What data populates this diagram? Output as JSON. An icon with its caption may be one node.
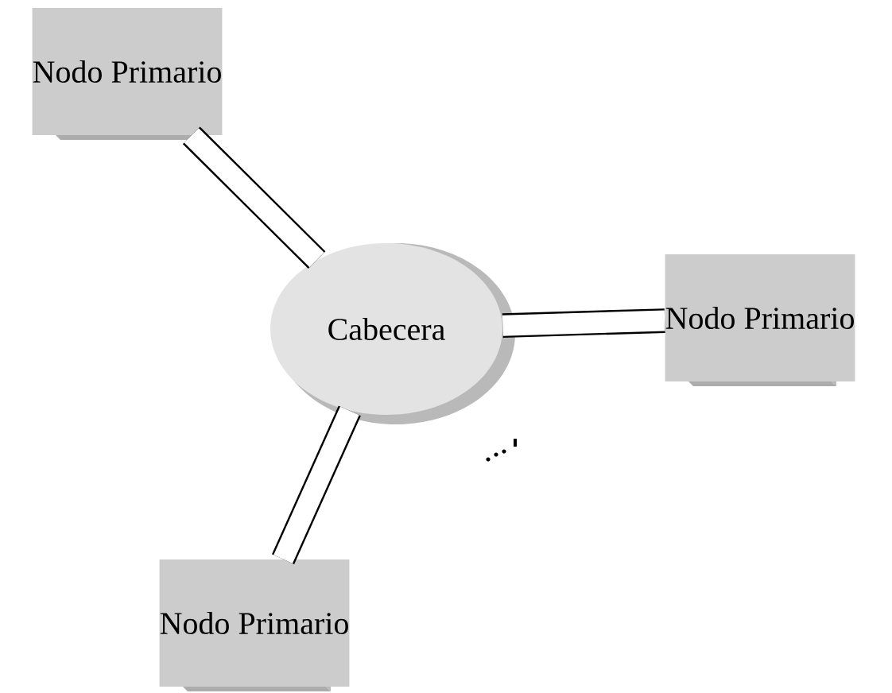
{
  "diagram": {
    "nodes": [
      {
        "text": [
          "Nodo Primario"
        ]
      },
      {
        "text": [
          "Cabecera"
        ]
      },
      {
        "text": [
          "Nodo Primario"
        ]
      },
      {
        "text": [
          "Nodo Primario"
        ]
      }
    ],
    "edges": [
      {
        "from": 0,
        "to": 1,
        "arrow": "none"
      },
      {
        "from": 1,
        "to": 2,
        "arrow": "none"
      },
      {
        "from": 1,
        "to": 3,
        "arrow": "none"
      }
    ]
  }
}
